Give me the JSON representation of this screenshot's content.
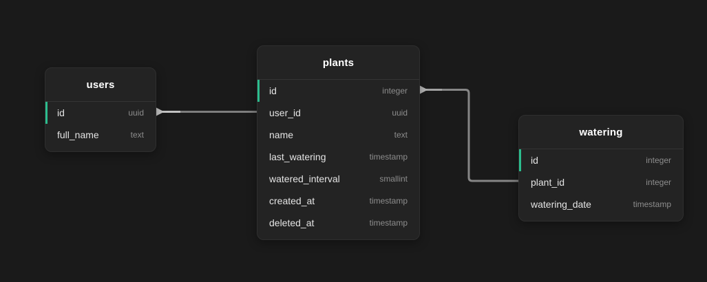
{
  "canvas": {
    "background_color": "#1a1a1a",
    "table_background_color": "#232323",
    "primary_key_accent_color": "#2cbd8e",
    "relationship_line_color": "#808080",
    "relationship_highlight_color": "#c2c2c2"
  },
  "tables": [
    {
      "name": "users",
      "fields": [
        {
          "name": "id",
          "type": "uuid",
          "primary_key": true
        },
        {
          "name": "full_name",
          "type": "text",
          "primary_key": false
        }
      ]
    },
    {
      "name": "plants",
      "fields": [
        {
          "name": "id",
          "type": "integer",
          "primary_key": true
        },
        {
          "name": "user_id",
          "type": "uuid",
          "primary_key": false
        },
        {
          "name": "name",
          "type": "text",
          "primary_key": false
        },
        {
          "name": "last_watering",
          "type": "timestamp",
          "primary_key": false
        },
        {
          "name": "watered_interval",
          "type": "smallint",
          "primary_key": false
        },
        {
          "name": "created_at",
          "type": "timestamp",
          "primary_key": false
        },
        {
          "name": "deleted_at",
          "type": "timestamp",
          "primary_key": false
        }
      ]
    },
    {
      "name": "watering",
      "fields": [
        {
          "name": "id",
          "type": "integer",
          "primary_key": true
        },
        {
          "name": "plant_id",
          "type": "integer",
          "primary_key": false
        },
        {
          "name": "watering_date",
          "type": "timestamp",
          "primary_key": false
        }
      ]
    }
  ],
  "relationships": [
    {
      "from_table": "users",
      "from_field": "id",
      "to_table": "plants",
      "to_field": "user_id"
    },
    {
      "from_table": "plants",
      "from_field": "id",
      "to_table": "watering",
      "to_field": "plant_id"
    }
  ]
}
